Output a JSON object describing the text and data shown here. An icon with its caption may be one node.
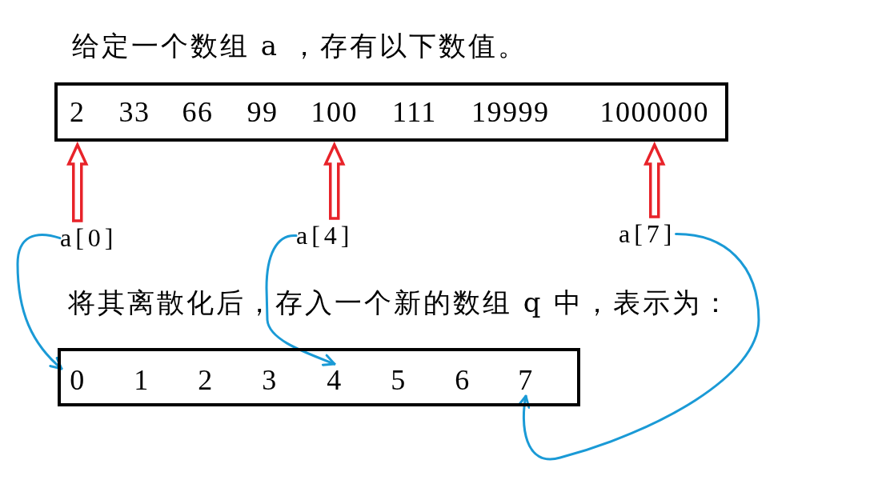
{
  "diagram": {
    "nodes": [
      {
        "text": [],
        "shape": "box"
      },
      {
        "text": [
          "2"
        ],
        "in": 0
      },
      {
        "text": [
          "33"
        ],
        "in": 0
      },
      {
        "text": [
          "66"
        ],
        "in": 0
      },
      {
        "text": [
          "99"
        ],
        "in": 0
      },
      {
        "text": [
          "100"
        ],
        "in": 0
      },
      {
        "text": [
          "111"
        ],
        "in": 0
      },
      {
        "text": [
          "19999"
        ],
        "in": 0
      },
      {
        "text": [
          "1000000"
        ],
        "in": 0
      },
      {
        "text": [
          "a[0]"
        ]
      },
      {
        "text": [
          "a[4]"
        ]
      },
      {
        "text": [
          "a[7]"
        ]
      },
      {
        "text": [],
        "shape": "box"
      },
      {
        "text": [
          "0"
        ],
        "in": 12
      },
      {
        "text": [
          "1"
        ],
        "in": 12
      },
      {
        "text": [
          "2"
        ],
        "in": 12
      },
      {
        "text": [
          "3"
        ],
        "in": 12
      },
      {
        "text": [
          "4"
        ],
        "in": 12
      },
      {
        "text": [
          "5"
        ],
        "in": 12
      },
      {
        "text": [
          "6"
        ],
        "in": 12
      },
      {
        "text": [
          "7"
        ],
        "in": 12
      }
    ],
    "edges": [
      {
        "from": 9,
        "to": 1,
        "arrow": "to",
        "style": "thick",
        "color": "#e8232a"
      },
      {
        "from": 10,
        "to": 5,
        "arrow": "to",
        "style": "thick",
        "color": "#e8232a"
      },
      {
        "from": 11,
        "to": 8,
        "arrow": "to",
        "style": "thick",
        "color": "#e8232a"
      },
      {
        "from": 9,
        "to": 13,
        "arrow": "to",
        "color": "#1a9ad6"
      },
      {
        "from": 10,
        "to": 17,
        "arrow": "to",
        "color": "#1a9ad6"
      },
      {
        "from": 11,
        "to": 20,
        "arrow": "to",
        "color": "#1a9ad6"
      }
    ],
    "labels": [
      "给定一个数组 a ，存有以下数值。",
      "将其离散化后，存入一个新的数组 q 中，表示为："
    ]
  }
}
